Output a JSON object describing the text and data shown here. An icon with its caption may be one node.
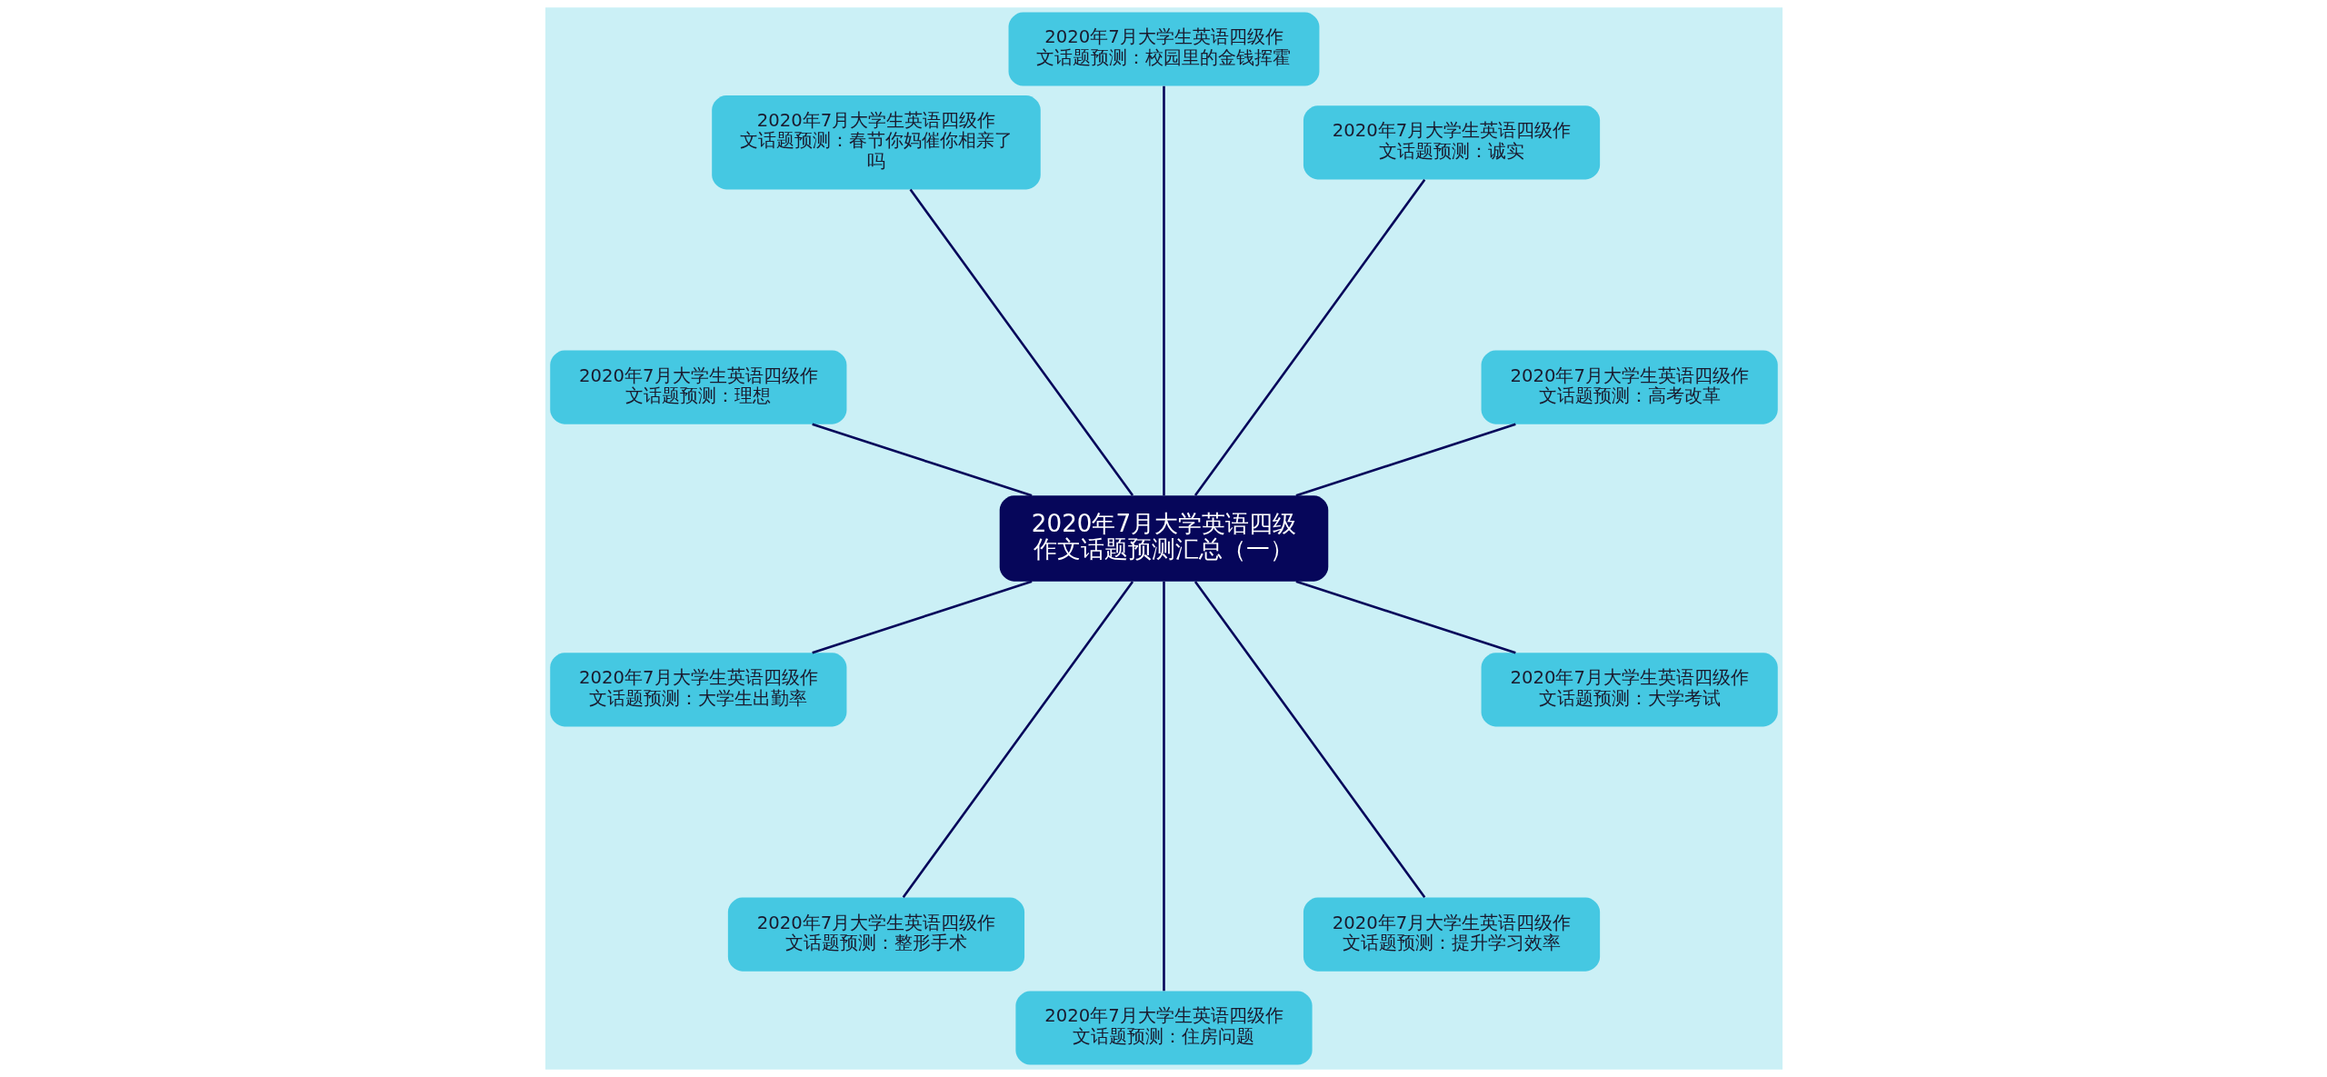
{
  "diagram": {
    "nodes": [
      {
        "text": [
          "2020年7月大学英语四级作文话题预测汇总（一）"
        ]
      },
      {
        "text": [
          "2020年7月大学生英语四级作文话题预测：高考改革"
        ]
      },
      {
        "text": [
          "2020年7月大学生英语四级作文话题预测：诚实"
        ]
      },
      {
        "text": [
          "2020年7月大学生英语四级作文话题预测：校园里的金钱挥霍"
        ]
      },
      {
        "text": [
          "2020年7月大学生英语四级作文话题预测：春节你妈催你相亲了吗"
        ]
      },
      {
        "text": [
          "2020年7月大学生英语四级作文话题预测：理想"
        ]
      },
      {
        "text": [
          "2020年7月大学生英语四级作文话题预测：大学生出勤率"
        ]
      },
      {
        "text": [
          "2020年7月大学生英语四级作文话题预测：整形手术"
        ]
      },
      {
        "text": [
          "2020年7月大学生英语四级作文话题预测：住房问题"
        ]
      },
      {
        "text": [
          "2020年7月大学生英语四级作文话题预测：提升学习效率"
        ]
      },
      {
        "text": [
          "2020年7月大学生英语四级作文话题预测：大学考试"
        ]
      }
    ],
    "edges": [
      {
        "from": 0,
        "to": 1,
        "arrow": "none"
      },
      {
        "from": 0,
        "to": 2,
        "arrow": "none"
      },
      {
        "from": 0,
        "to": 3,
        "arrow": "none"
      },
      {
        "from": 0,
        "to": 4,
        "arrow": "none"
      },
      {
        "from": 0,
        "to": 5,
        "arrow": "none"
      },
      {
        "from": 0,
        "to": 6,
        "arrow": "none"
      },
      {
        "from": 0,
        "to": 7,
        "arrow": "none"
      },
      {
        "from": 0,
        "to": 8,
        "arrow": "none"
      },
      {
        "from": 0,
        "to": 9,
        "arrow": "none"
      },
      {
        "from": 0,
        "to": 10,
        "arrow": "none"
      }
    ]
  }
}
